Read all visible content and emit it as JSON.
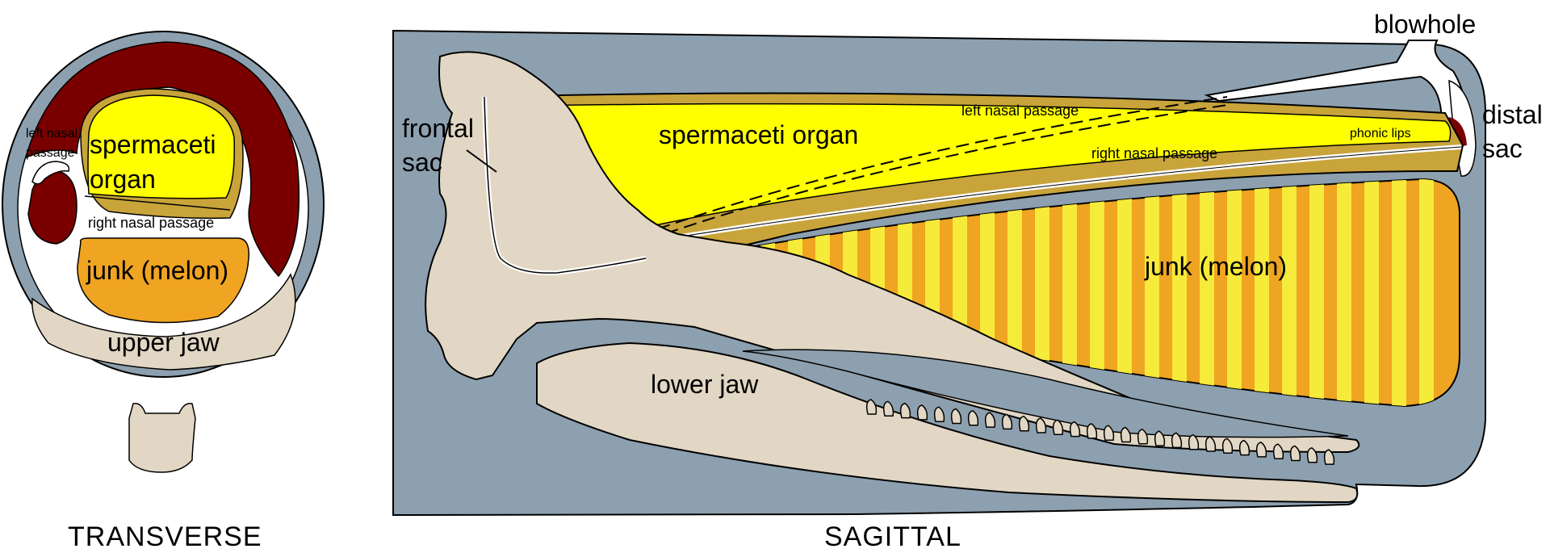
{
  "colors": {
    "skin": "#8da0af",
    "muscle": "#7a0000",
    "spermaceti": "#ffff00",
    "case": "#c8a43a",
    "junk": "#efa422",
    "junk_band": "#f6ea3a",
    "bone": "#e2d7c4",
    "outline": "#000000"
  },
  "transverse": {
    "caption": "TRANSVERSE",
    "labels": {
      "left_nasal_line1": "left nasal",
      "left_nasal_line2": "passage",
      "spermaceti_line1": "spermaceti",
      "spermaceti_line2": "organ",
      "right_nasal": "right nasal passage",
      "junk": "junk (melon)",
      "upper_jaw": "upper jaw"
    }
  },
  "sagittal": {
    "caption": "SAGITTAL",
    "labels": {
      "blowhole": "blowhole",
      "distal_line1": "distal",
      "distal_line2": "sac",
      "frontal_line1": "frontal",
      "frontal_line2": "sac",
      "spermaceti": "spermaceti organ",
      "left_nasal": "left nasal passage",
      "right_nasal": "right nasal passage",
      "phonic_lips": "phonic lips",
      "junk": "junk (melon)",
      "lower_jaw": "lower jaw"
    }
  }
}
